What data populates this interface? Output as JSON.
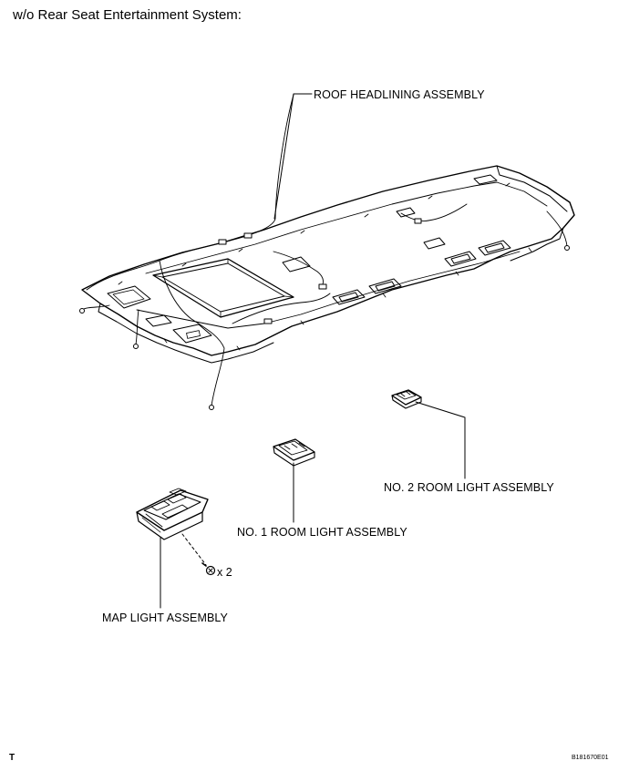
{
  "header": {
    "title": "w/o Rear Seat Entertainment System:"
  },
  "callouts": {
    "roof_headlining": "ROOF HEADLINING ASSEMBLY",
    "room_light_2": "NO. 2 ROOM LIGHT ASSEMBLY",
    "room_light_1": "NO. 1 ROOM LIGHT ASSEMBLY",
    "map_light": "MAP LIGHT ASSEMBLY",
    "screw_quantity": "x 2"
  },
  "footer": {
    "corner_mark": "T",
    "figure_code": "B181670E01"
  }
}
